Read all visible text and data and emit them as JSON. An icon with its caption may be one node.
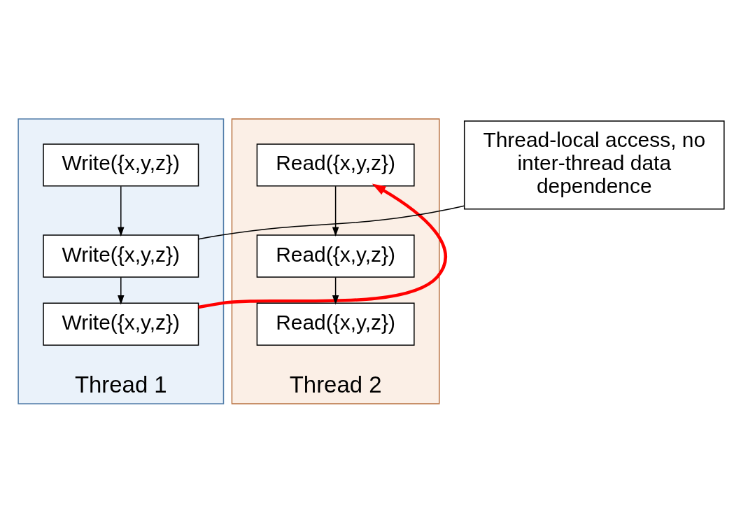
{
  "diagram": {
    "nodes": [
      {
        "text": [
          "Thread 1"
        ]
      },
      {
        "text": [
          "Write({x,y,z})"
        ],
        "in": 0
      },
      {
        "text": [
          "Write({x,y,z})"
        ],
        "in": 0
      },
      {
        "text": [
          "Write({x,y,z})"
        ],
        "in": 0
      },
      {
        "text": [
          "Thread-local access, no inter-thread data dependence"
        ]
      },
      {
        "text": [
          "Thread 2"
        ]
      },
      {
        "text": [
          "Read({x,y,z})"
        ],
        "in": 5
      },
      {
        "text": [
          "Read({x,y,z})"
        ],
        "in": 5
      },
      {
        "text": [
          "Read({x,y,z})"
        ],
        "in": 5
      }
    ],
    "edges": [
      {
        "from": 1,
        "to": 2,
        "arrow": "to"
      },
      {
        "from": 2,
        "to": 3,
        "arrow": "to"
      },
      {
        "from": 4,
        "to": 2,
        "arrow": "none"
      },
      {
        "from": 3,
        "to": 6,
        "arrow": "to",
        "style": "thick",
        "color": "#ff0000"
      },
      {
        "from": 6,
        "to": 7,
        "arrow": "to"
      },
      {
        "from": 7,
        "to": 8,
        "arrow": "to"
      }
    ]
  }
}
